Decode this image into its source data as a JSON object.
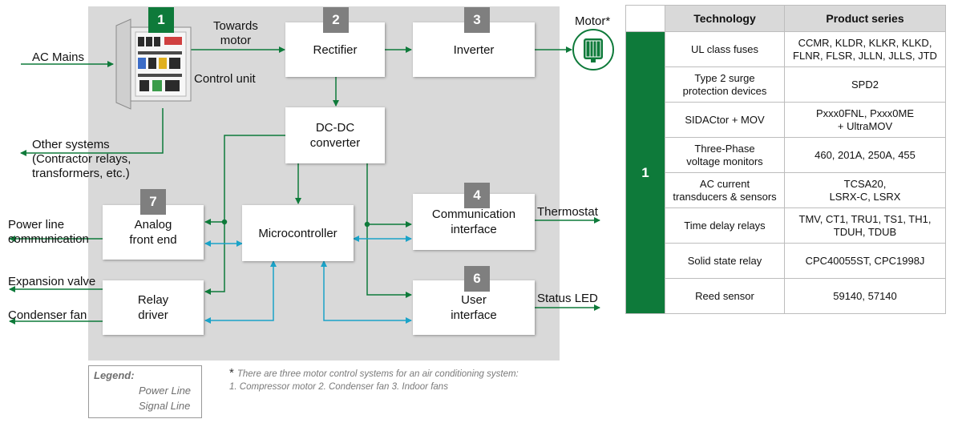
{
  "blocks": {
    "rectifier": "Rectifier",
    "inverter": "Inverter",
    "dcdc": "DC-DC\nconverter",
    "micro": "Microcontroller",
    "afe": "Analog\nfront end",
    "relay": "Relay\ndriver",
    "comm": "Communication\ninterface",
    "ui": "User\ninterface"
  },
  "badges": {
    "b1": "1",
    "b2": "2",
    "b3": "3",
    "b4": "4",
    "b6": "6",
    "b7": "7"
  },
  "labels": {
    "ac_mains": "AC Mains",
    "towards_motor": "Towards\nmotor",
    "control_unit": "Control unit",
    "motor": "Motor*",
    "other_systems": "Other systems\n(Contractor relays,\ntransformers, etc.)",
    "power_line": "Power line\ncommunication",
    "expansion_valve": "Expansion valve",
    "condenser_fan": "Condenser fan",
    "thermostat": "Thermostat",
    "status_led": "Status LED"
  },
  "legend": {
    "title": "Legend:",
    "power": "Power Line",
    "signal": "Signal Line"
  },
  "note": {
    "asterisk": "*",
    "text": "There are three motor control systems for an air conditioning system:\n1. Compressor motor 2. Condenser fan 3. Indoor fans"
  },
  "table": {
    "header_technology": "Technology",
    "header_series": "Product series",
    "group_label": "1",
    "rows": [
      {
        "tech": "UL class fuses",
        "series": "CCMR, KLDR, KLKR, KLKD,\nFLNR, FLSR, JLLN, JLLS, JTD"
      },
      {
        "tech": "Type 2 surge\nprotection devices",
        "series": "SPD2"
      },
      {
        "tech": "SIDACtor + MOV",
        "series": "Pxxx0FNL, Pxxx0ME\n+ UltraMOV"
      },
      {
        "tech": "Three-Phase\nvoltage monitors",
        "series": "460, 201A, 250A, 455"
      },
      {
        "tech": "AC current\ntransducers & sensors",
        "series": "TCSA20,\nLSRX-C, LSRX"
      },
      {
        "tech": "Time delay relays",
        "series": "TMV, CT1, TRU1, TS1, TH1,\nTDUH, TDUB"
      },
      {
        "tech": "Solid state relay",
        "series": "CPC40055ST, CPC1998J"
      },
      {
        "tech": "Reed sensor",
        "series": "59140, 57140"
      }
    ]
  },
  "colors": {
    "power_line": "#0e7a3a",
    "signal_line": "#1aa3c8",
    "badge_green": "#0e7a3a",
    "badge_grey": "#7f7f7f"
  }
}
